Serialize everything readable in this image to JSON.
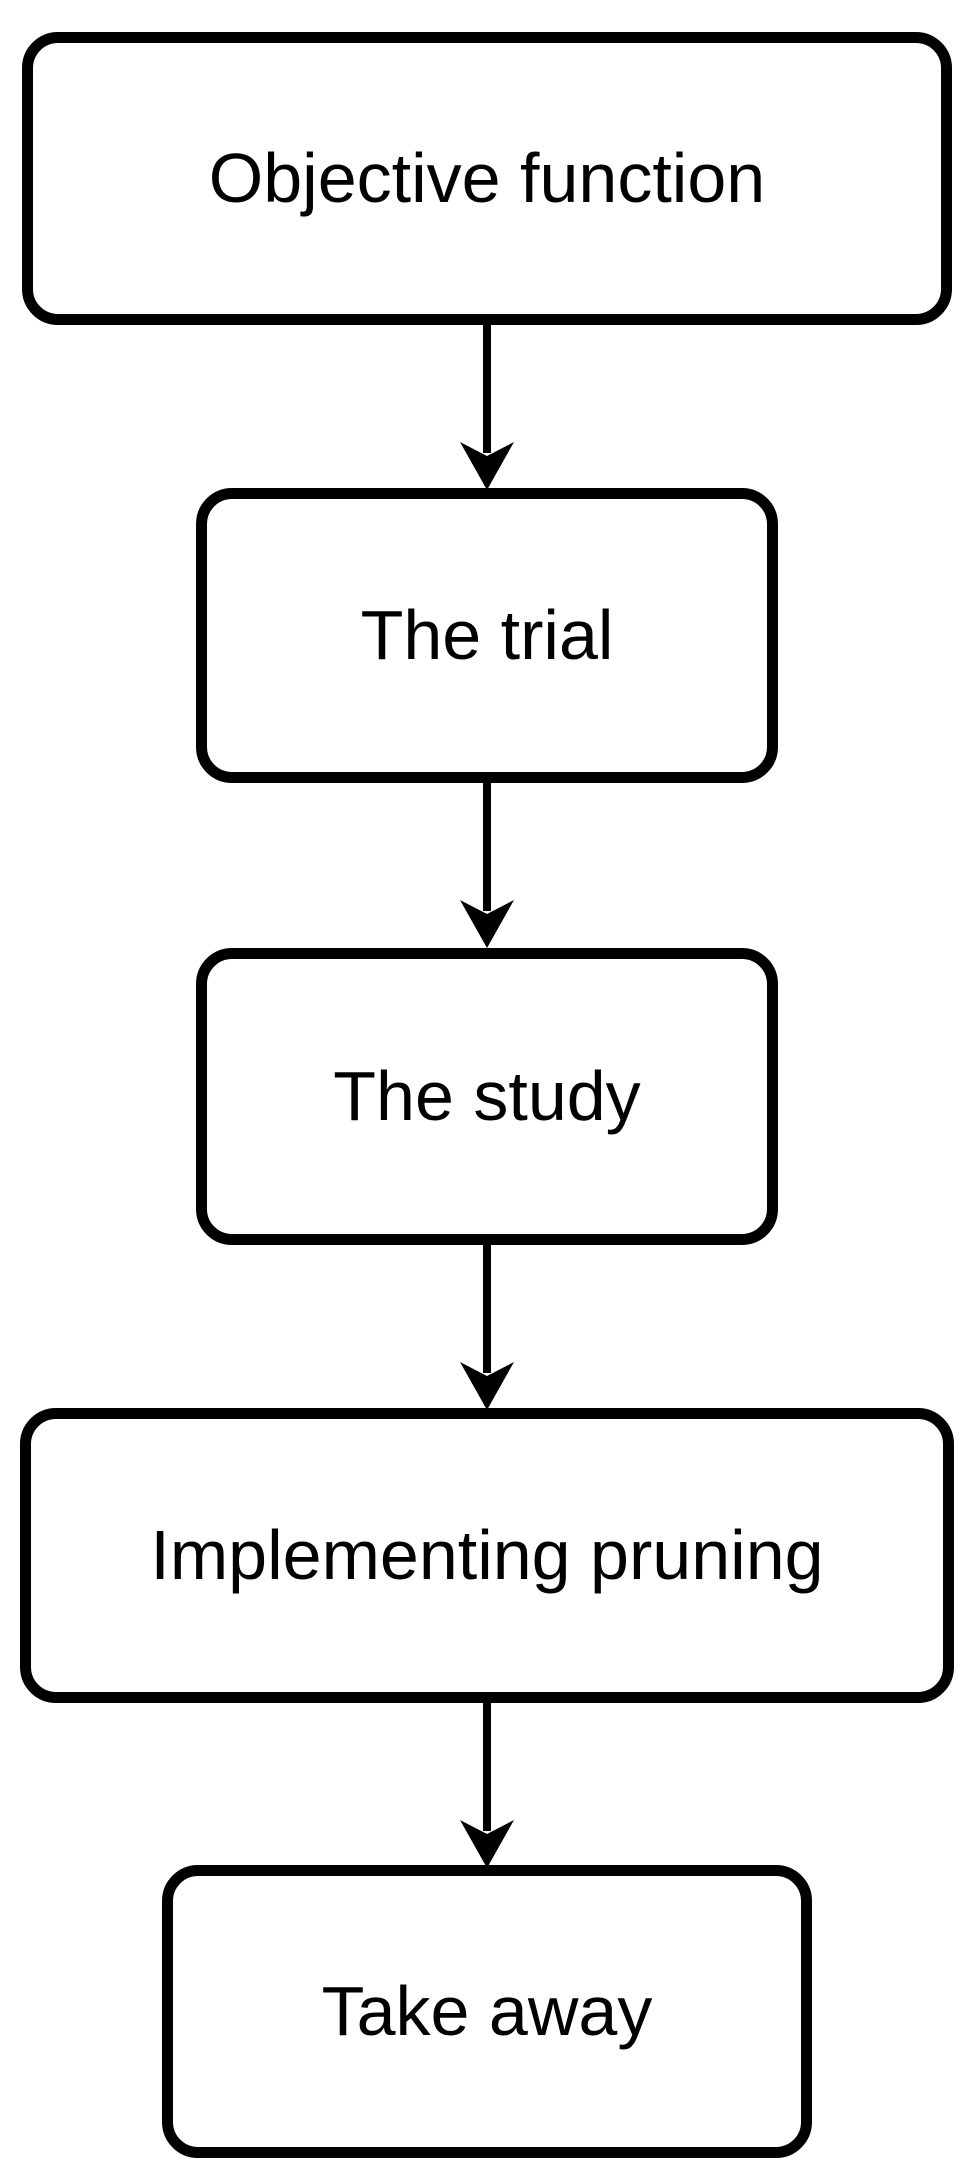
{
  "diagram": {
    "type": "flowchart",
    "direction": "top-down",
    "colors": {
      "background": "#ffffff",
      "node_fill": "#ffffff",
      "node_stroke": "#000000",
      "text": "#000000",
      "arrow": "#000000"
    },
    "nodes": [
      {
        "id": "objective-function",
        "label": "Objective function"
      },
      {
        "id": "the-trial",
        "label": "The trial"
      },
      {
        "id": "the-study",
        "label": "The study"
      },
      {
        "id": "implementing-pruning",
        "label": "Implementing pruning"
      },
      {
        "id": "take-away",
        "label": "Take away"
      }
    ],
    "edges": [
      {
        "from": "objective-function",
        "to": "the-trial"
      },
      {
        "from": "the-trial",
        "to": "the-study"
      },
      {
        "from": "the-study",
        "to": "implementing-pruning"
      },
      {
        "from": "implementing-pruning",
        "to": "take-away"
      }
    ]
  }
}
